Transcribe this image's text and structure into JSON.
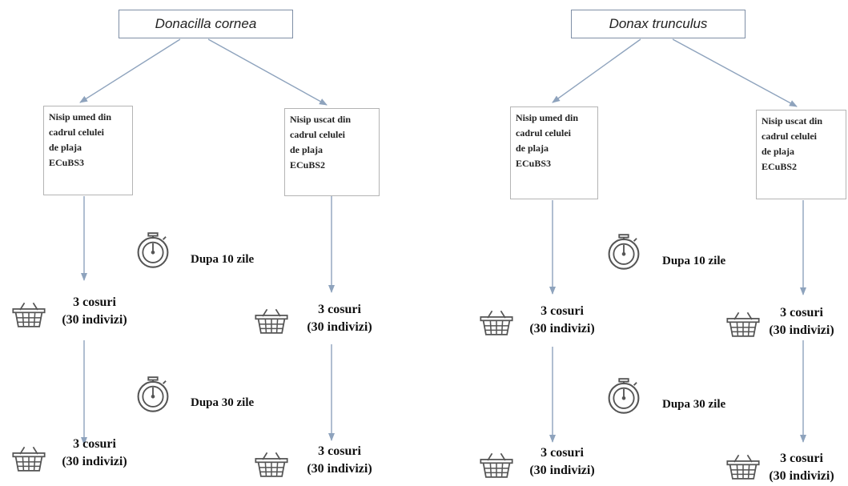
{
  "species": [
    {
      "name": "Donacilla cornea",
      "wet_sand": [
        "Nisip umed din",
        "cadrul celulei",
        "de plaja",
        "ECuBS3"
      ],
      "dry_sand": [
        "Nisip uscat din",
        "cadrul celulei",
        "de plaja",
        "ECuBS2"
      ]
    },
    {
      "name": "Donax trunculus",
      "wet_sand": [
        "Nisip umed din",
        "cadrul celulei",
        "de plaja",
        "ECuBS3"
      ],
      "dry_sand": [
        "Nisip uscat din",
        "cadrul celulei",
        "de plaja",
        "ECuBS2"
      ]
    }
  ],
  "basket": {
    "line1": "3 cosuri",
    "line2": "(30 indivizi)"
  },
  "waits": {
    "first": "Dupa 10 zile",
    "second": "Dupa 30 zile"
  },
  "icons": {
    "timer": "stopwatch-icon",
    "basket": "basket-icon"
  },
  "colors": {
    "arrow": "#8ea3bd",
    "species_border": "#7f8fa6",
    "box_border": "#b4b4b4"
  }
}
